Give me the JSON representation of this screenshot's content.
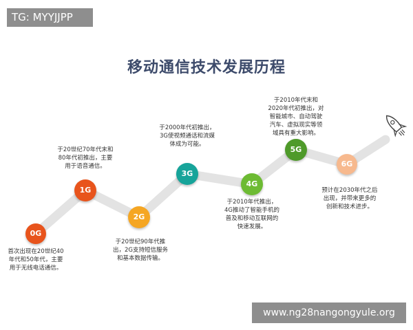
{
  "tag": "TG: MYYJJPP",
  "title": "移动通信技术发展历程",
  "watermark_url": "www.ng28nangongyule.org",
  "nodes": [
    {
      "label": "0G",
      "color": "#e8541c",
      "text": "首次出现在20世纪40\n年代和50年代，主要\n用于无线电话通信。"
    },
    {
      "label": "1G",
      "color": "#e8541c",
      "text": "于20世纪70年代末和\n80年代初推出，主要\n用于语音通信。"
    },
    {
      "label": "2G",
      "color": "#f5a623",
      "text": "于20世纪90年代推\n出，2G支持短信服务\n和基本数据传输。"
    },
    {
      "label": "3G",
      "color": "#17a49a",
      "text": "于2000年代初推出，\n3G使视频通话和流媒\n体成为可能。"
    },
    {
      "label": "4G",
      "color": "#6dbb33",
      "text": "于2010年代推出，\n4G推动了智能手机的\n普及和移动互联网的\n快速发展。"
    },
    {
      "label": "5G",
      "color": "#4f9a2a",
      "text": "于2010年代末和\n2020年代初推出，对\n智能城市、自动驾驶\n汽车、虚拟现实等领\n域具有重大影响。"
    },
    {
      "label": "6G",
      "color": "#f7b98e",
      "text": "预计在2030年代之后\n出现，并带来更多的\n创新和技术进步。"
    }
  ],
  "rocket_icon": "rocket-icon",
  "path_color": "#e3e3e3"
}
